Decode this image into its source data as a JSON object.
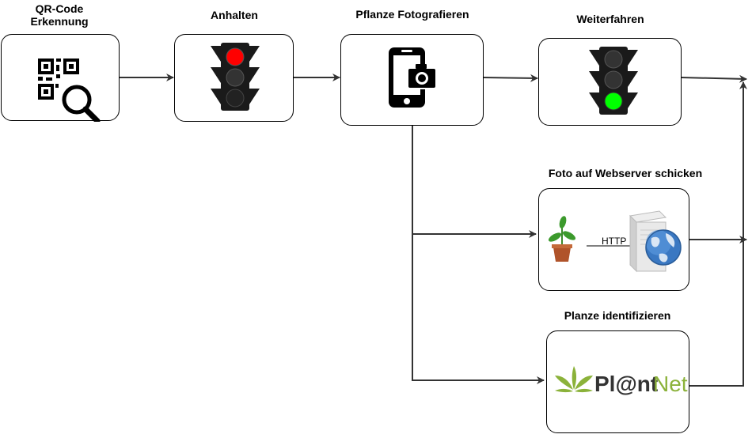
{
  "steps": {
    "qr": {
      "title_line1": "QR-Code",
      "title_line2": "Erkennung",
      "icon": "qr-search-icon"
    },
    "stop": {
      "title": "Anhalten",
      "icon": "traffic-light-red-icon",
      "active_color": "#ff0000"
    },
    "photo": {
      "title": "Pflanze Fotografieren",
      "icon": "smartphone-camera-icon"
    },
    "continue": {
      "title": "Weiterfahren",
      "icon": "traffic-light-green-icon",
      "active_color": "#00ff00"
    },
    "upload": {
      "title": "Foto auf Webserver schicken",
      "protocol_label": "HTTP",
      "icon": "plant-to-server-icon"
    },
    "identify": {
      "title": "Planze identifizieren",
      "logo_text_a": "Pl@nt",
      "logo_text_b": "Net",
      "icon": "plantnet-logo"
    }
  },
  "colors": {
    "arrow": "#333333",
    "traffic_light_body": "#1a1a1a",
    "plantnet_green": "#8bb23a",
    "plantnet_dark": "#333333"
  }
}
